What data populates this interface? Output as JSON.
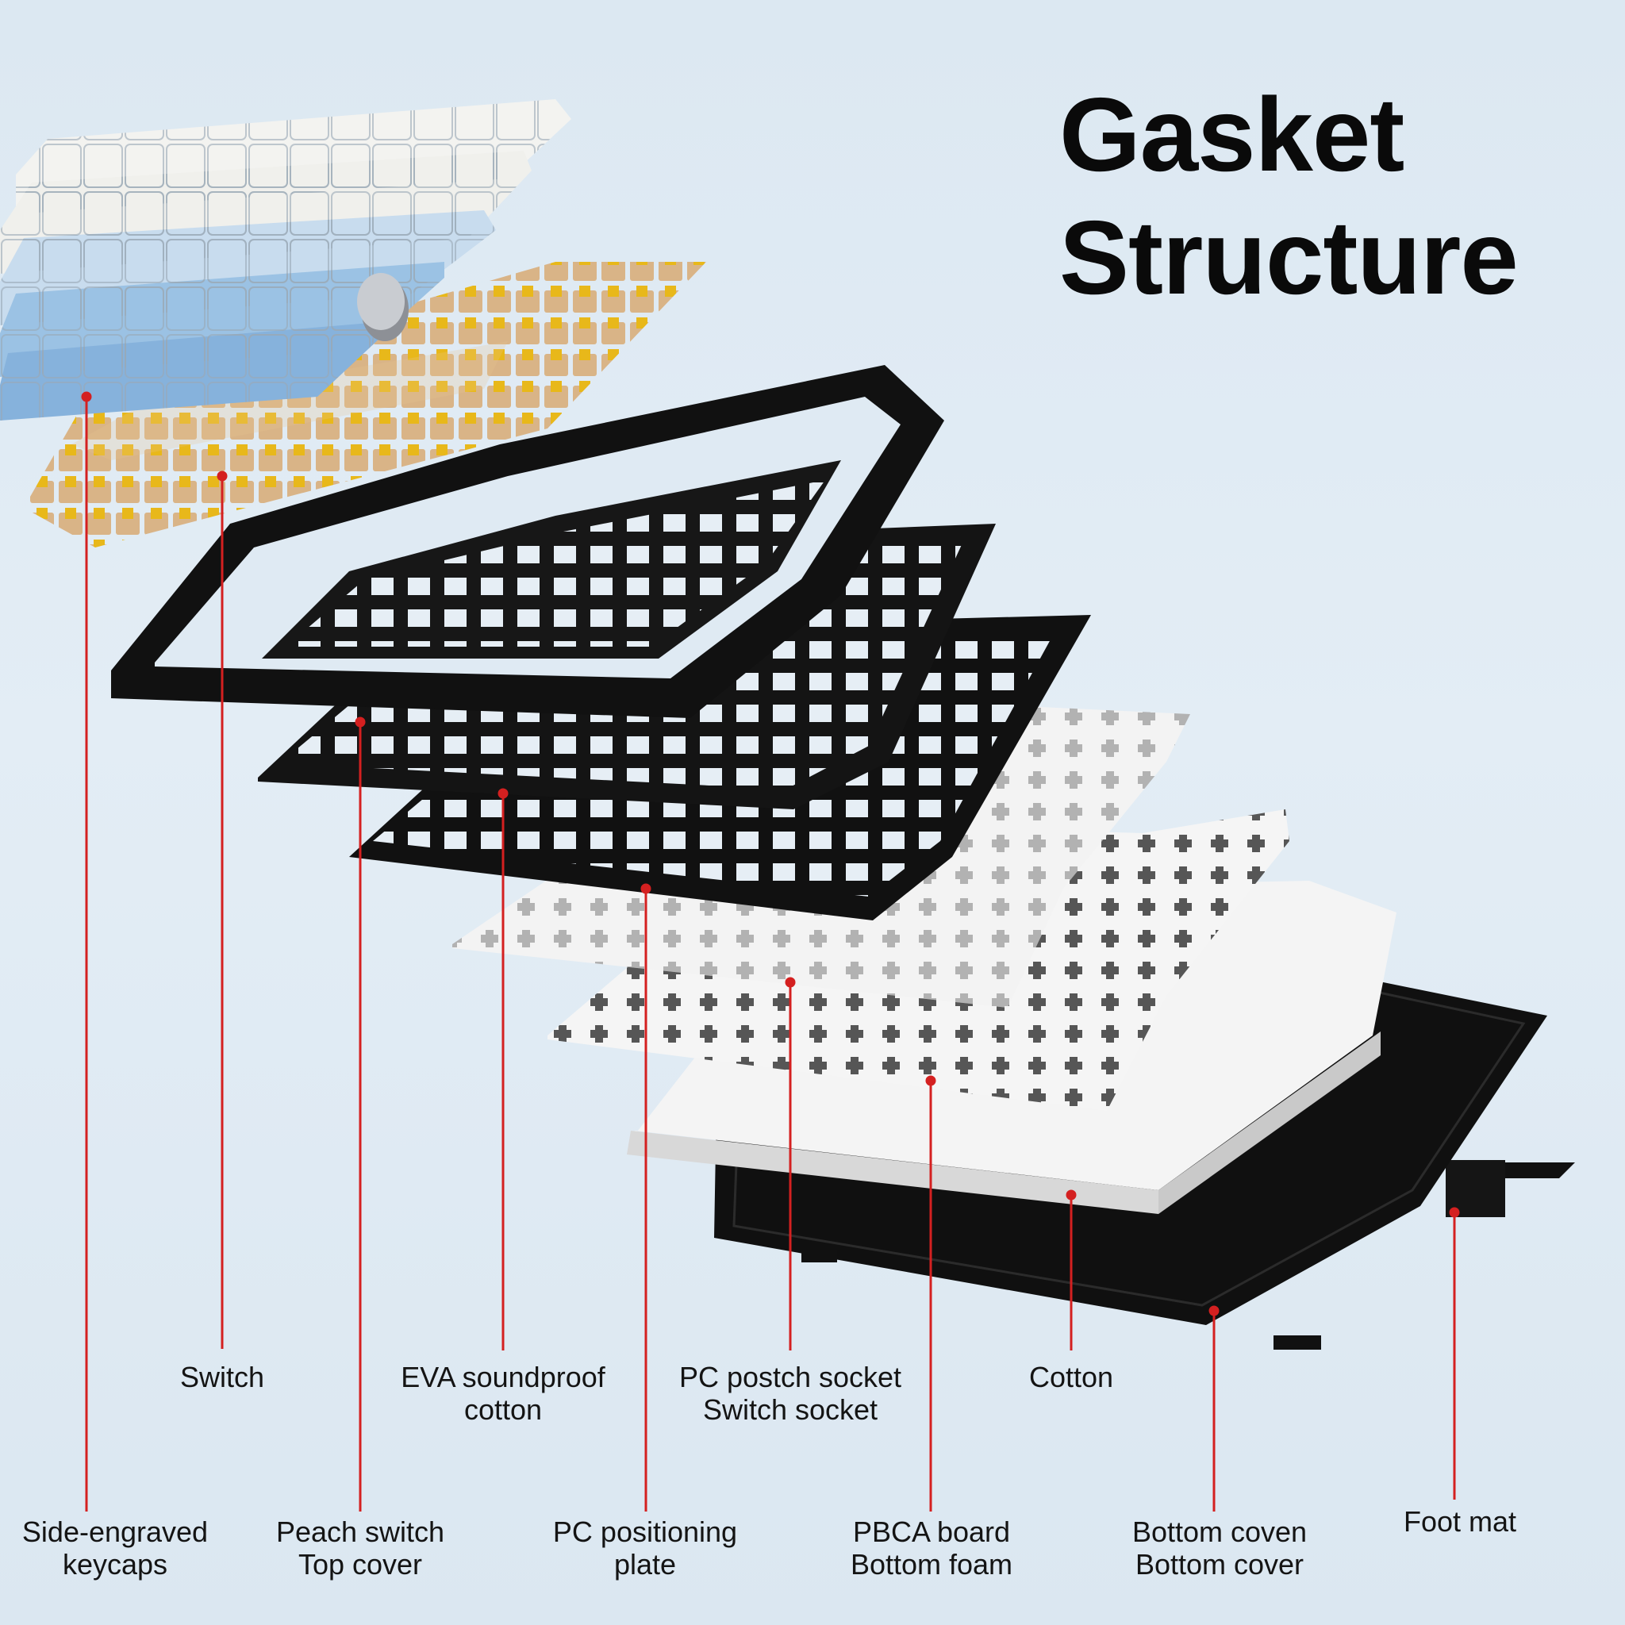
{
  "title": {
    "line1": "Gasket",
    "line2": "Structure"
  },
  "colors": {
    "leader": "#d42020",
    "background": "#dfeaf3",
    "frame": "#121212",
    "foam": "#f1f1f1",
    "keycap_white": "#f3f3f0",
    "keycap_blue": "#8fb9df",
    "switch_body": "#d9b487",
    "switch_stem": "#e8b81a"
  },
  "labels": {
    "keycaps": {
      "line1": "Side-engraved",
      "line2": "keycaps"
    },
    "switch": {
      "line1": "Switch"
    },
    "top_cover": {
      "line1": "Peach switch",
      "line2": "Top cover"
    },
    "eva": {
      "line1": "EVA soundproof",
      "line2": "cotton"
    },
    "plate": {
      "line1": "PC positioning",
      "line2": "plate"
    },
    "socket": {
      "line1": "PC postch socket",
      "line2": "Switch socket"
    },
    "pcb": {
      "line1": "PBCA board",
      "line2": "Bottom foam"
    },
    "cotton": {
      "line1": "Cotton"
    },
    "bottom_cover": {
      "line1": "Bottom coven",
      "line2": "Bottom cover"
    },
    "foot_mat": {
      "line1": "Foot mat"
    }
  }
}
